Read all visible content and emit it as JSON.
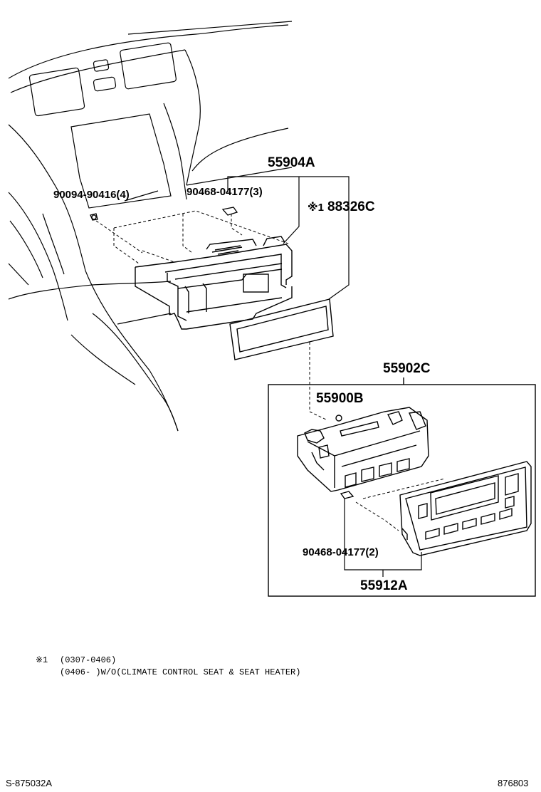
{
  "parts": {
    "p55904A": "55904A",
    "p90094": "90094-90416(4)",
    "p90468_top": "90468-04177(3)",
    "p88326C_mark": "※1",
    "p88326C": "88326C",
    "p55902C": "55902C",
    "p55900B": "55900B",
    "p90468_bottom": "90468-04177(2)",
    "p55912A": "55912A"
  },
  "notes": {
    "mark": "※1",
    "line1": "(0307-0406)",
    "line2": "(0406-    )W/O(CLIMATE CONTROL SEAT & SEAT HEATER)"
  },
  "footer": {
    "left_code": "S-875032A",
    "right_code": "876803"
  },
  "colors": {
    "ink": "#000000",
    "background": "#ffffff"
  }
}
